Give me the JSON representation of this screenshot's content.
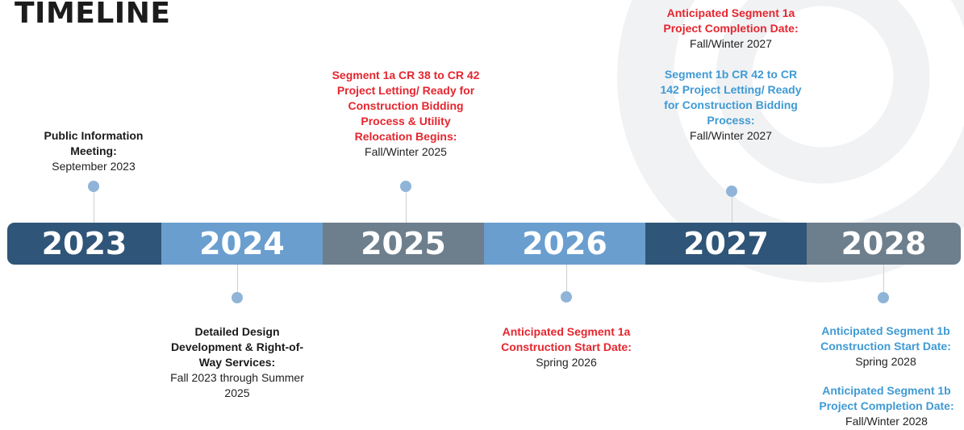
{
  "title": "TIMELINE",
  "colors": {
    "navy": "#2f5578",
    "sky": "#6a9ecf",
    "slate": "#6d7e8c",
    "red_text": "#e5262f",
    "blue_text": "#3f9ad4",
    "dot": "#8fb4d8"
  },
  "years": [
    "2023",
    "2024",
    "2025",
    "2026",
    "2027",
    "2028"
  ],
  "milestones": {
    "m2023": {
      "headline": "Public Information Meeting:",
      "date": "September 2023"
    },
    "m2024": {
      "headline": "Detailed Design Development & Right-of-Way Services:",
      "date": "Fall 2023 through Summer 2025"
    },
    "m2025": {
      "headline": "Segment 1a CR 38 to CR 42 Project Letting/ Ready for Construction Bidding Process & Utility Relocation Begins:",
      "date": "Fall/Winter 2025"
    },
    "m2026": {
      "headline": "Anticipated Segment 1a Construction Start Date:",
      "date": "Spring 2026"
    },
    "m2027a": {
      "headline": "Anticipated Segment 1a Project Completion Date:",
      "date": "Fall/Winter 2027"
    },
    "m2027b": {
      "headline": "Segment 1b CR 42 to CR 142 Project Letting/ Ready for Construction Bidding Process:",
      "date": "Fall/Winter 2027"
    },
    "m2028a": {
      "headline": "Anticipated Segment 1b Construction Start Date:",
      "date": "Spring 2028"
    },
    "m2028b": {
      "headline": "Anticipated Segment 1b Project Completion Date:",
      "date": "Fall/Winter 2028"
    }
  }
}
